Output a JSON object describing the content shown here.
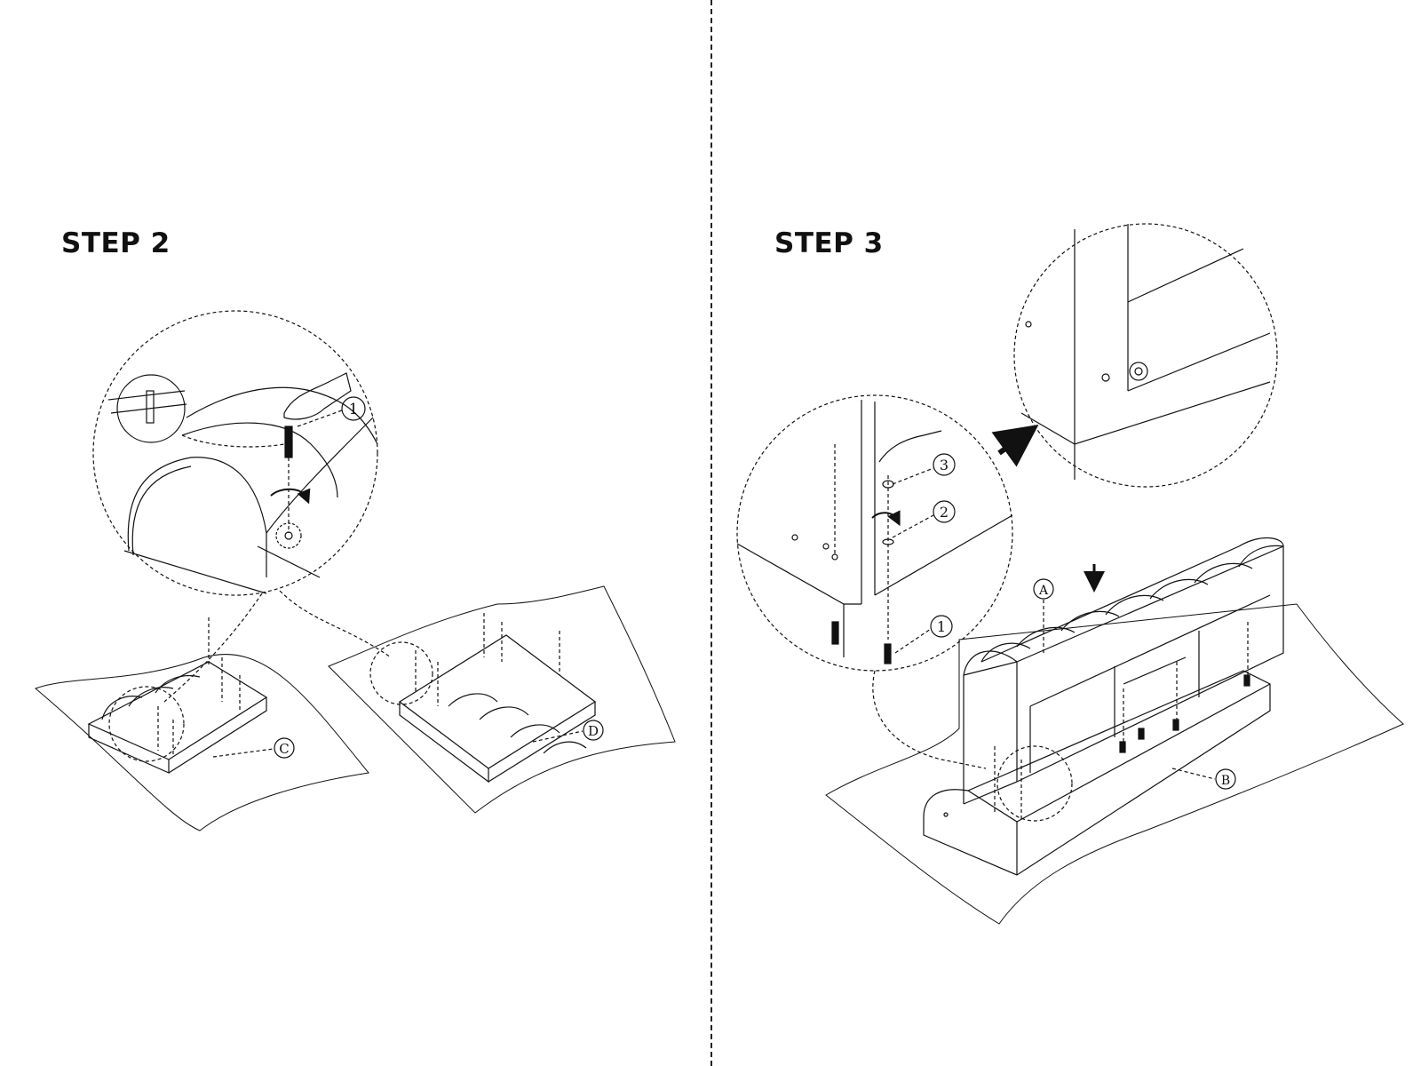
{
  "step2": {
    "title": "STEP 2",
    "callout_1": "1",
    "label_c": "C",
    "label_d": "D"
  },
  "step3": {
    "title": "STEP 3",
    "callout_1": "1",
    "callout_2": "2",
    "callout_3": "3",
    "label_a": "A",
    "label_b": "B"
  },
  "colors": {
    "ink": "#111111",
    "background": "#ffffff"
  }
}
